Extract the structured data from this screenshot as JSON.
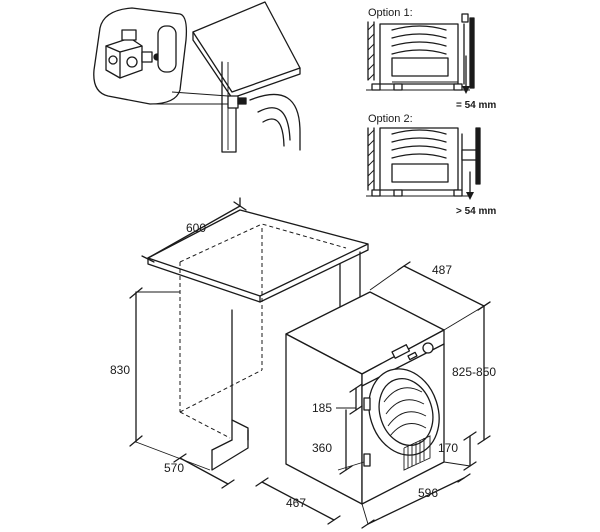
{
  "options": {
    "option1": {
      "title": "Option 1:",
      "gap": "= 54 mm"
    },
    "option2": {
      "title": "Option 2:",
      "gap": "> 54 mm"
    }
  },
  "dimensions": {
    "cabinet_width": "600",
    "cabinet_height": "830",
    "cabinet_depth": "570",
    "dryer_depth": "487",
    "dryer_height": "825-850",
    "dryer_width": "596",
    "dryer_depth_bottom": "467",
    "hinge_top": "185",
    "hinge_bottom": "360",
    "plinth": "170"
  }
}
